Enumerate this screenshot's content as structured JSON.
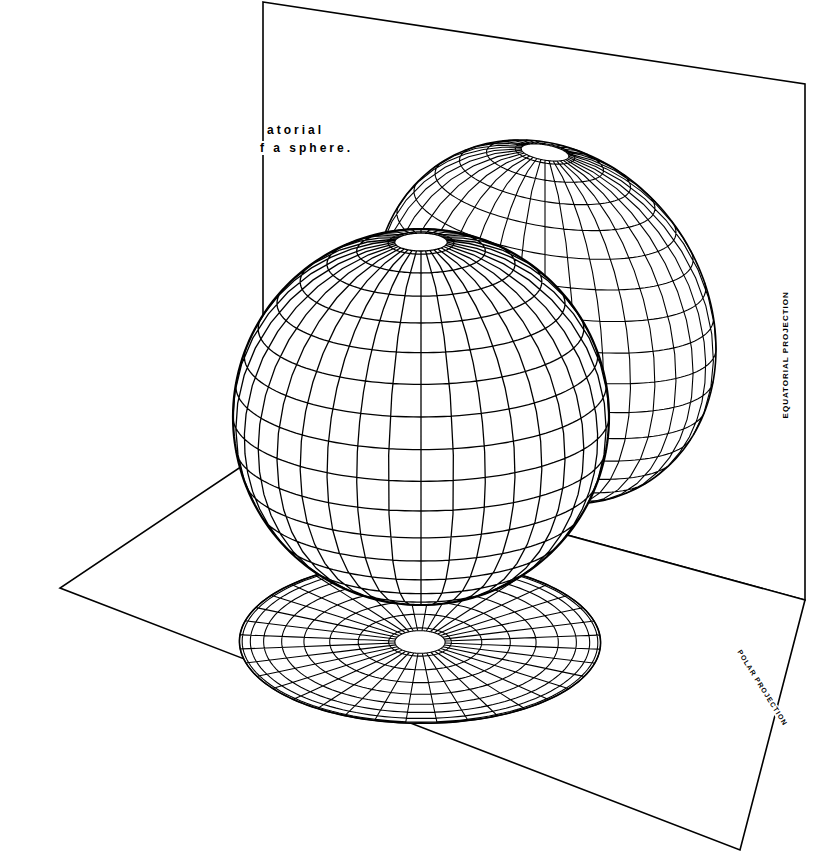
{
  "diagram": {
    "labels": [
      "atorial",
      "f a sphere.",
      "EQUATORIAL PROJECTION",
      "POLAR PROJECTION"
    ]
  }
}
